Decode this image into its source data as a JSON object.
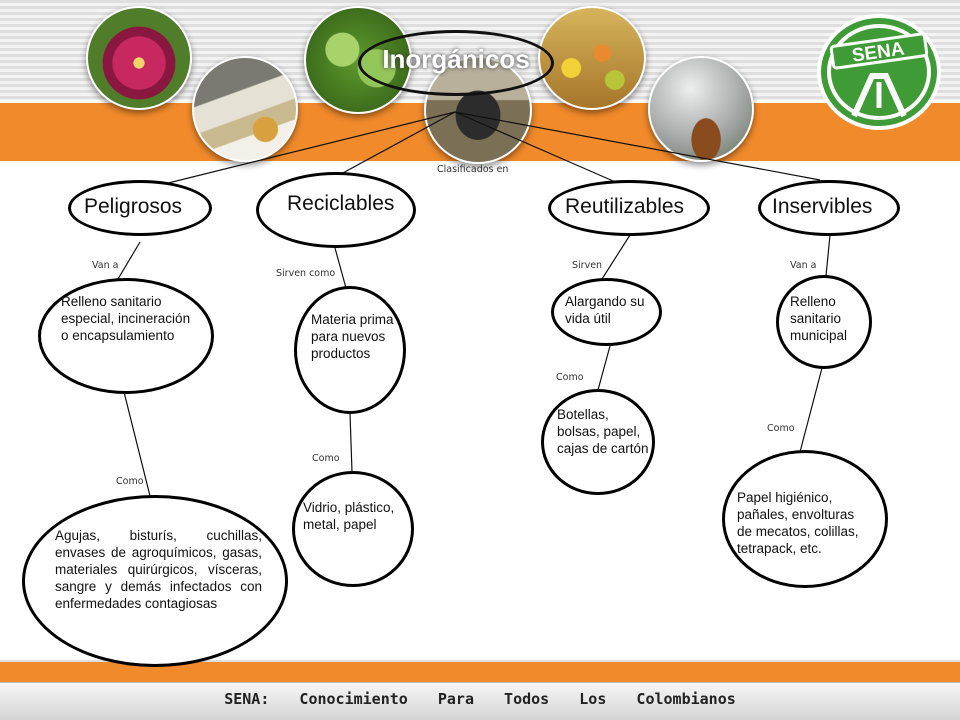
{
  "header": {
    "title": "Inorgánicos",
    "logo_text": "SENA"
  },
  "connector": "Clasificados en",
  "categories": {
    "peligrosos": "Peligrosos",
    "reciclables": "Reciclables",
    "reutilizables": "Reutilizables",
    "inservibles": "Inservibles"
  },
  "relations": {
    "peligrosos_van_a": "Van a",
    "peligrosos_como": "Como",
    "reciclables_sirven": "Sirven como",
    "reciclables_como": "Como",
    "reutilizables_sirven": "Sirven",
    "reutilizables_como": "Como",
    "inservibles_van_a": "Van a",
    "inservibles_como": "Como"
  },
  "nodes": {
    "relleno_especial": "Relleno sanitario especial, incineración o encapsulamiento",
    "agujas": "Agujas, bisturís, cuchillas, envases de agroquímicos, gasas, materiales quirúrgicos, vísceras, sangre y demás infectados con enfermedades contagiosas",
    "materia_prima": "Materia prima para nuevos productos",
    "vidrio": "Vidrio, plástico, metal,  papel",
    "alargando": "Alargando su vida útil",
    "botellas": "Botellas, bolsas, papel, cajas de cartón",
    "relleno_municipal": "Relleno sanitario municipal",
    "papel_higienico": "Papel higiénico, pañales, envolturas de mecatos, colillas, tetrapack, etc."
  },
  "footer": "SENA:  Conocimiento  Para  Todos  Los  Colombianos",
  "colors": {
    "accent_orange": "#f18a2b",
    "logo_green": "#3f9b35"
  }
}
